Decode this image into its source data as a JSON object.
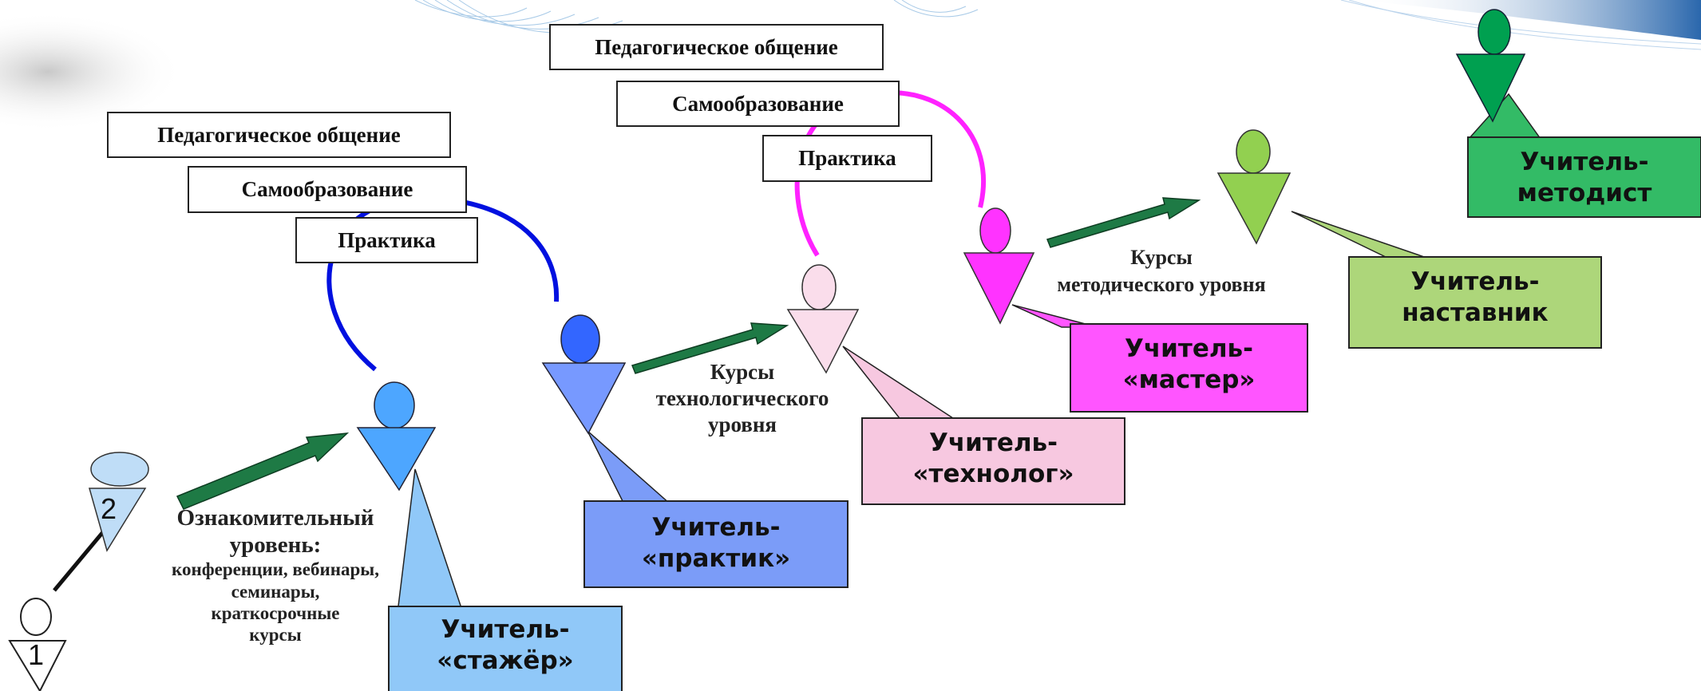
{
  "colors": {
    "stage2": "#BFDDF7",
    "intern": "#4DA6FF",
    "intern_box": "#90C8F8",
    "practitioner": "#3366FF",
    "practitioner_body": "#7799FF",
    "practitioner_box": "#7B9CF8",
    "technologist": "#FADDEB",
    "technologist_box": "#F7C8E0",
    "master": "#FF33FF",
    "master_box": "#FF55FF",
    "mentor": "#92D050",
    "mentor_box": "#ADD67A",
    "methodist": "#00A050",
    "methodist_box": "#33BB66",
    "arrow_green": "#1E7A45",
    "arc_blue": "#0010E0",
    "arc_pink": "#FF22FF"
  },
  "stage_numbers": {
    "one": "1",
    "two": "2"
  },
  "intro": {
    "title_line1": "Ознакомительный",
    "title_line2": "уровень:",
    "line3": "конференции, вебинары,",
    "line4": "семинары,",
    "line5": "краткосрочные",
    "line6": "курсы"
  },
  "group1": {
    "communication": "Педагогическое общение",
    "self_education": "Самообразование",
    "practice": "Практика"
  },
  "group2": {
    "communication": "Педагогическое общение",
    "self_education": "Самообразование",
    "practice": "Практика"
  },
  "courses_tech": {
    "line1": "Курсы",
    "line2": "технологического",
    "line3": "уровня"
  },
  "courses_method": {
    "line1": "Курсы",
    "line2": "методического уровня"
  },
  "callouts": {
    "intern": {
      "line1": "Учитель-",
      "line2": "«стажёр»"
    },
    "practitioner": {
      "line1": "Учитель-",
      "line2": "«практик»"
    },
    "technologist": {
      "line1": "Учитель-",
      "line2": "«технолог»"
    },
    "master": {
      "line1": "Учитель-",
      "line2": "«мастер»"
    },
    "mentor": {
      "line1": "Учитель-",
      "line2": "наставник"
    },
    "methodist": {
      "line1": "Учитель-",
      "line2": "методист"
    }
  }
}
